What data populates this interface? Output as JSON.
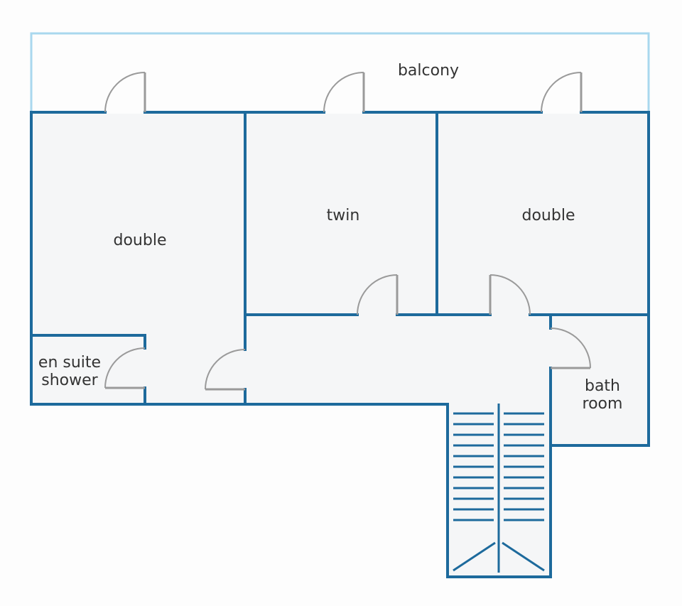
{
  "rooms": {
    "balcony": "balcony",
    "bedroom_left": "double",
    "bedroom_middle": "twin",
    "bedroom_right": "double",
    "ensuite_line1": "en suite",
    "ensuite_line2": "shower",
    "bathroom_line1": "bath",
    "bathroom_line2": "room"
  },
  "colors": {
    "wall": "#1d6a9c",
    "balcony_rail": "#a9d8ee",
    "door": "#9a9a9a",
    "room_fill": "#f5f6f7"
  }
}
